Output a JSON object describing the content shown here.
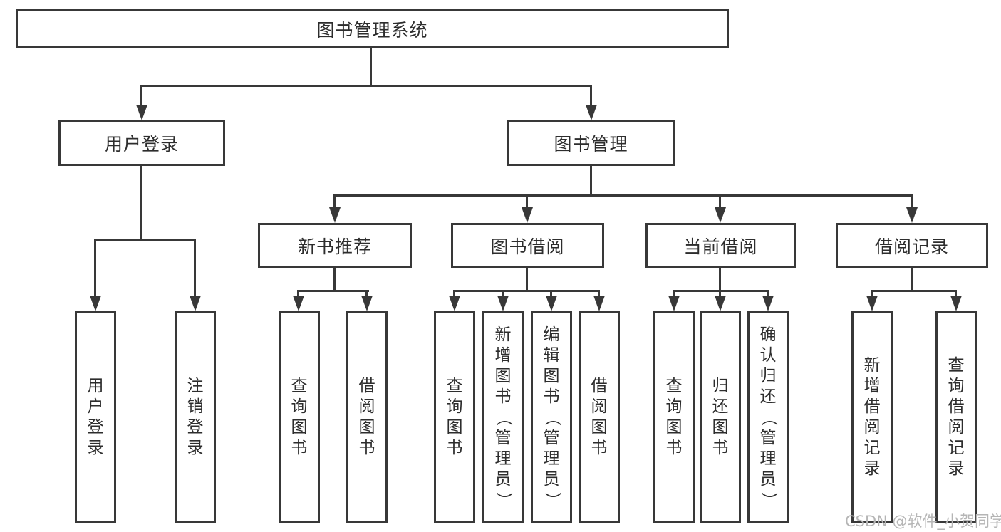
{
  "diagram": {
    "root": {
      "label": "图书管理系统"
    },
    "branches": [
      {
        "label": "用户登录",
        "leaves": [
          "用户登录",
          "注销登录"
        ]
      },
      {
        "label": "图书管理",
        "groups": [
          {
            "label": "新书推荐",
            "leaves": [
              "查询图书",
              "借阅图书"
            ]
          },
          {
            "label": "图书借阅",
            "leaves": [
              "查询图书",
              "新增图书（管理员）",
              "编辑图书（管理员）",
              "借阅图书"
            ]
          },
          {
            "label": "当前借阅",
            "leaves": [
              "查询图书",
              "归还图书",
              "确认归还（管理员）"
            ]
          },
          {
            "label": "借阅记录",
            "leaves": [
              "新增借阅记录",
              "查询借阅记录"
            ]
          }
        ]
      }
    ]
  },
  "watermark": "CSDN @软件_小贺同学",
  "colors": {
    "line": "#383838",
    "text": "#2d2d2d",
    "watermark": "#b5b5b5",
    "background": "#ffffff"
  }
}
